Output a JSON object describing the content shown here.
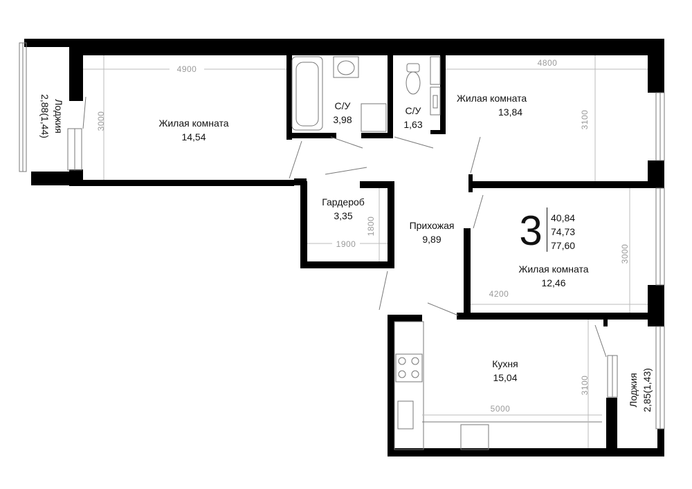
{
  "rooms": {
    "living1": {
      "name": "Жилая комната",
      "area": "14,54"
    },
    "bath1": {
      "name": "С/У",
      "area": "3,98"
    },
    "bath2": {
      "name": "С/У",
      "area": "1,63"
    },
    "living2": {
      "name": "Жилая комната",
      "area": "13,84"
    },
    "wardrobe": {
      "name": "Гардероб",
      "area": "3,35"
    },
    "hall": {
      "name": "Прихожая",
      "area": "9,89"
    },
    "living3": {
      "name": "Жилая комната",
      "area": "12,46"
    },
    "kitchen": {
      "name": "Кухня",
      "area": "15,04"
    },
    "loggia1": {
      "name": "Лоджия",
      "area": "2,88(1,44)"
    },
    "loggia2": {
      "name": "Лоджия",
      "area": "2,85(1,43)"
    }
  },
  "dimensions": {
    "d4900": "4900",
    "d3000a": "3000",
    "d4800": "4800",
    "d3100a": "3100",
    "d1900": "1900",
    "d1800": "1800",
    "d3000b": "3000",
    "d4200": "4200",
    "d3100b": "3100",
    "d5000": "5000"
  },
  "badge": {
    "rooms": "3",
    "living_area": "40,84",
    "total_area": "74,73",
    "area_with_loggia": "77,60"
  }
}
